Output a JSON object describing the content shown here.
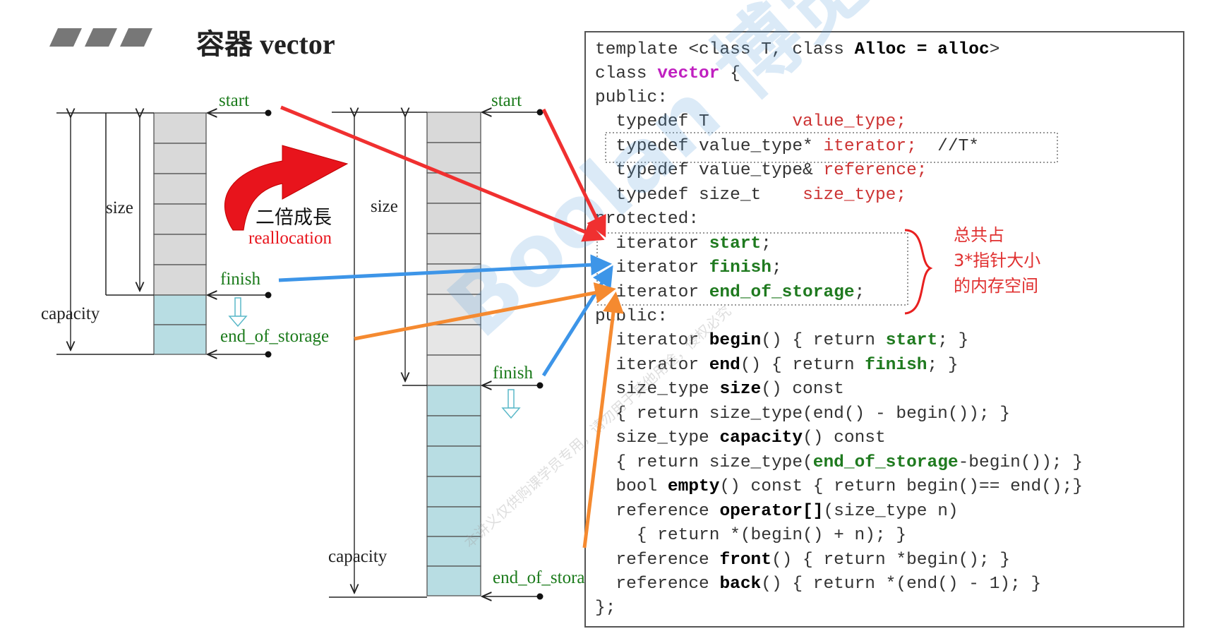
{
  "title": "容器 vector",
  "left_diagram": {
    "start": "start",
    "size": "size",
    "finish": "finish",
    "capacity": "capacity",
    "end_of_storage": "end_of_storage"
  },
  "growth_arrow": {
    "label_cn": "二倍成長",
    "label_en": "reallocation"
  },
  "right_diagram": {
    "start": "start",
    "size": "size",
    "finish": "finish",
    "capacity": "capacity",
    "end_of_storage": "end_of_storage"
  },
  "code": {
    "l1a": "template <class T, class ",
    "l1b": "Alloc = alloc",
    "l1c": ">",
    "l2a": "class ",
    "l2b": "vector",
    "l2c": " {",
    "l3": "public:",
    "l4a": "  typedef T        ",
    "l4b": "value_type;",
    "l5a": "  typedef value_type* ",
    "l5b": "iterator;",
    "l5c": "  //T*",
    "l6a": "  typedef value_type& ",
    "l6b": "reference;",
    "l7a": "  typedef size_t    ",
    "l7b": "size_type;",
    "l8": "protected:",
    "l9a": "  iterator ",
    "l9b": "start",
    "l9c": ";",
    "l10a": "  iterator ",
    "l10b": "finish",
    "l10c": ";",
    "l11a": "  iterator ",
    "l11b": "end_of_storage",
    "l11c": ";",
    "l12": "public:",
    "l13a": "  iterator ",
    "l13b": "begin",
    "l13c": "() { return ",
    "l13d": "start",
    "l13e": "; }",
    "l14a": "  iterator ",
    "l14b": "end",
    "l14c": "() { return ",
    "l14d": "finish",
    "l14e": "; }",
    "l15a": "  size_type ",
    "l15b": "size",
    "l15c": "() const",
    "l16": "  { return size_type(end() - begin()); }",
    "l17a": "  size_type ",
    "l17b": "capacity",
    "l17c": "() const",
    "l18a": "  { return size_type(",
    "l18b": "end_of_storage",
    "l18c": "-begin()); }",
    "l19a": "  bool ",
    "l19b": "empty",
    "l19c": "() const { return begin()== end();}",
    "l20a": "  reference ",
    "l20b": "operator[]",
    "l20c": "(size_type n)",
    "l21": "    { return *(begin() + n); }",
    "l22a": "  reference ",
    "l22b": "front",
    "l22c": "() { return *begin(); }",
    "l23a": "  reference ",
    "l23b": "back",
    "l23c": "() { return *(end() - 1); }",
    "l24": "};"
  },
  "note": {
    "line1": "总共占",
    "line2": "3*指针大小",
    "line3": "的内存空间"
  },
  "watermark": {
    "brand": "Boolan",
    "cn": "博览网",
    "small": "本讲义仅供购课学员专用，请勿用于其他用途，侵权必究"
  },
  "colors": {
    "red_arrow": "#f03030",
    "blue_arrow": "#3d95e8",
    "orange_arrow": "#f58a30",
    "label_green": "#1a7a1a",
    "cell_used": "#d9d9d9",
    "cell_free": "#b8dde3"
  }
}
